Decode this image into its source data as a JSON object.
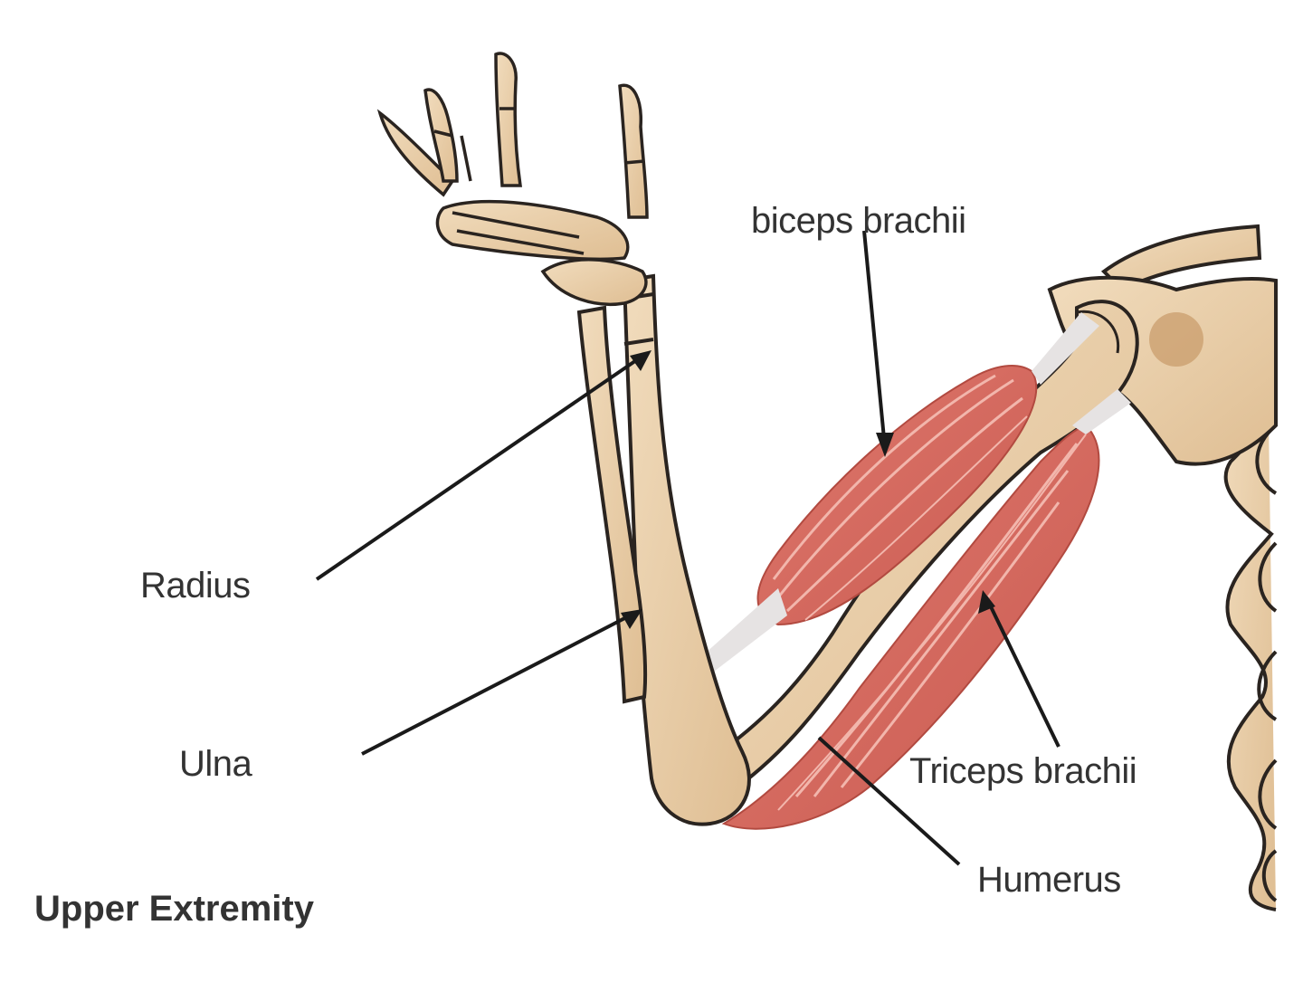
{
  "labels": {
    "biceps": "biceps brachii",
    "radius": "Radius",
    "ulna": "Ulna",
    "triceps": "Triceps brachii",
    "humerus": "Humerus"
  },
  "caption": "Upper Extremity",
  "colors": {
    "bone_fill": "#ecd3b0",
    "bone_outline": "#2a2420",
    "muscle_fill": "#d4695f",
    "muscle_striation": "#f2b6ac",
    "tendon": "#e6e3e3",
    "leader_line": "#1a1a1a"
  }
}
